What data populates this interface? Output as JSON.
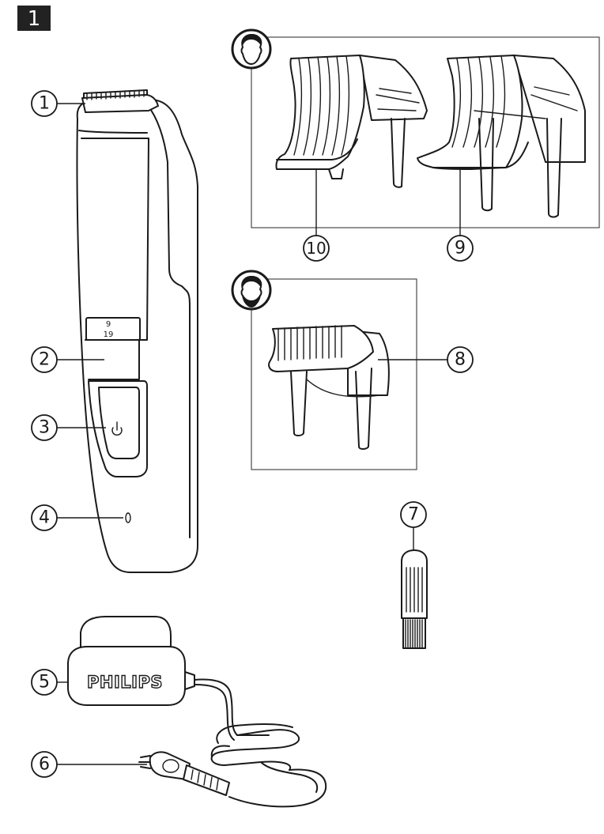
{
  "figure": {
    "number": "1"
  },
  "product": {
    "brand_label": "PHILIPS",
    "length_setting_top": "9",
    "length_setting_bottom": "19"
  },
  "callouts": [
    {
      "id": "c1",
      "label": "1"
    },
    {
      "id": "c2",
      "label": "2"
    },
    {
      "id": "c3",
      "label": "3"
    },
    {
      "id": "c4",
      "label": "4"
    },
    {
      "id": "c5",
      "label": "5"
    },
    {
      "id": "c6",
      "label": "6"
    },
    {
      "id": "c7",
      "label": "7"
    },
    {
      "id": "c8",
      "label": "8"
    },
    {
      "id": "c9",
      "label": "9"
    },
    {
      "id": "c10",
      "label": "10"
    }
  ],
  "icons": {
    "hair_comb_panel": "face-hair-icon",
    "beard_comb_panel": "face-beard-icon",
    "on_off": "power-icon"
  }
}
